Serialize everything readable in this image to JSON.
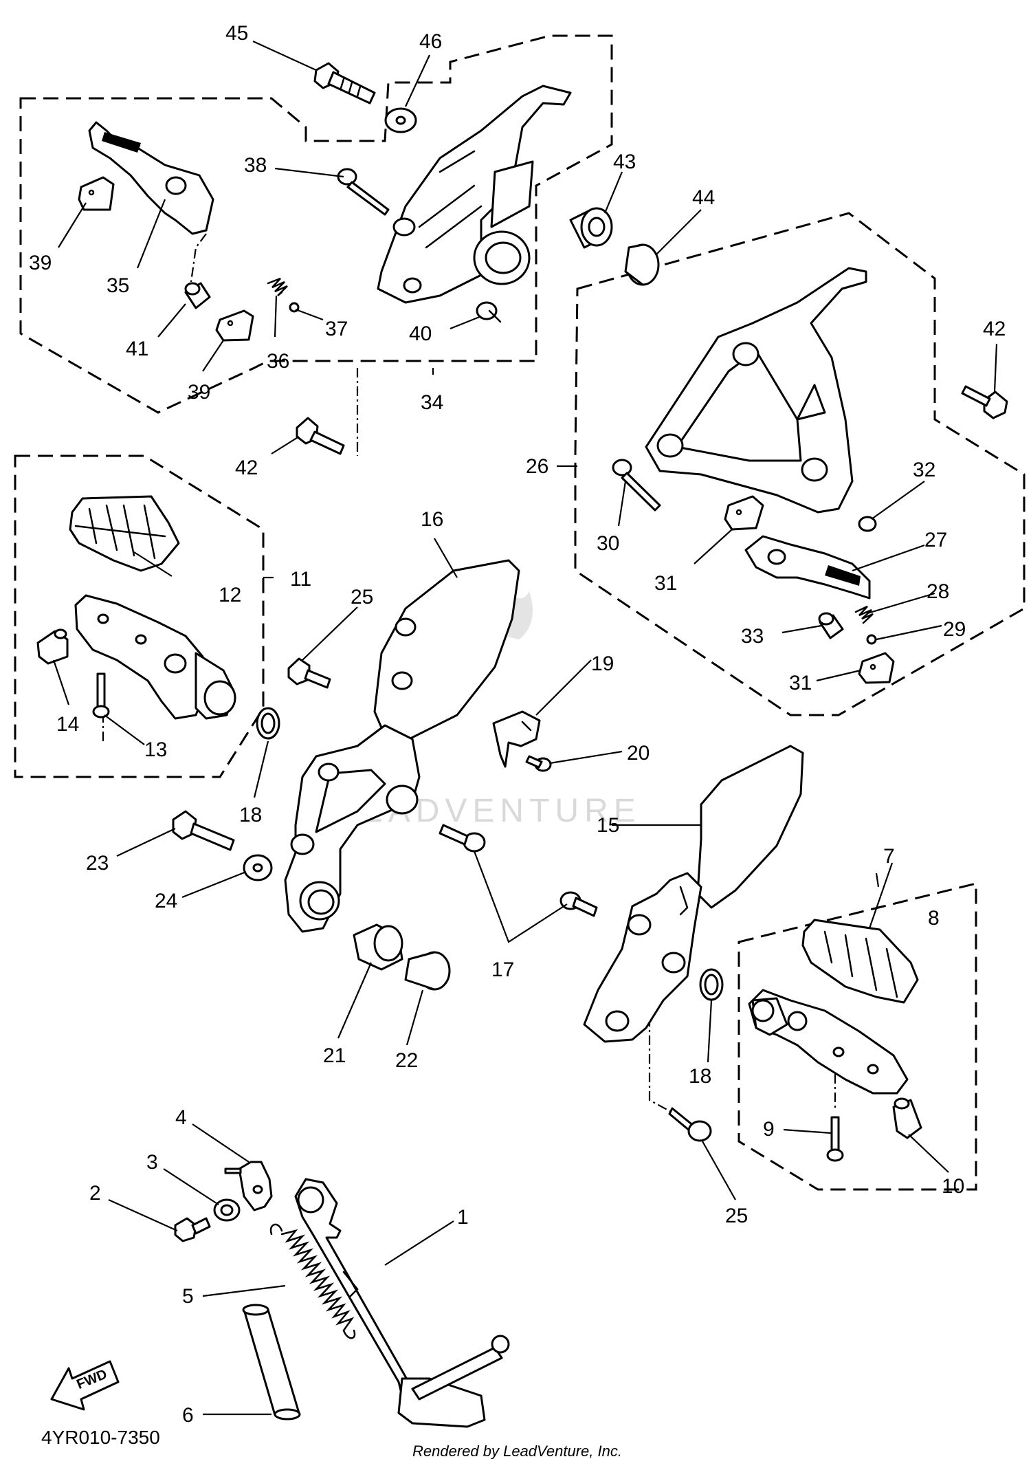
{
  "diagram": {
    "id": "4YR010-7350",
    "credit": "Rendered by LeadVenture, Inc.",
    "watermark": "LEADVENTURE",
    "direction_label": "FWD"
  },
  "callouts": {
    "c1": "1",
    "c2": "2",
    "c3": "3",
    "c4": "4",
    "c5": "5",
    "c6": "6",
    "c7": "7",
    "c8": "8",
    "c9": "9",
    "c10": "10",
    "c11": "11",
    "c12": "12",
    "c13": "13",
    "c14": "14",
    "c15": "15",
    "c16": "16",
    "c17": "17",
    "c18a": "18",
    "c18b": "18",
    "c19": "19",
    "c20": "20",
    "c21": "21",
    "c22": "22",
    "c23": "23",
    "c24": "24",
    "c25a": "25",
    "c25b": "25",
    "c26": "26",
    "c27": "27",
    "c28": "28",
    "c29": "29",
    "c30": "30",
    "c31a": "31",
    "c31b": "31",
    "c32": "32",
    "c33": "33",
    "c34": "34",
    "c35": "35",
    "c36": "36",
    "c37": "37",
    "c38": "38",
    "c39a": "39",
    "c39b": "39",
    "c40": "40",
    "c41": "41",
    "c42a": "42",
    "c42b": "42",
    "c43": "43",
    "c44": "44",
    "c45": "45",
    "c46": "46"
  }
}
